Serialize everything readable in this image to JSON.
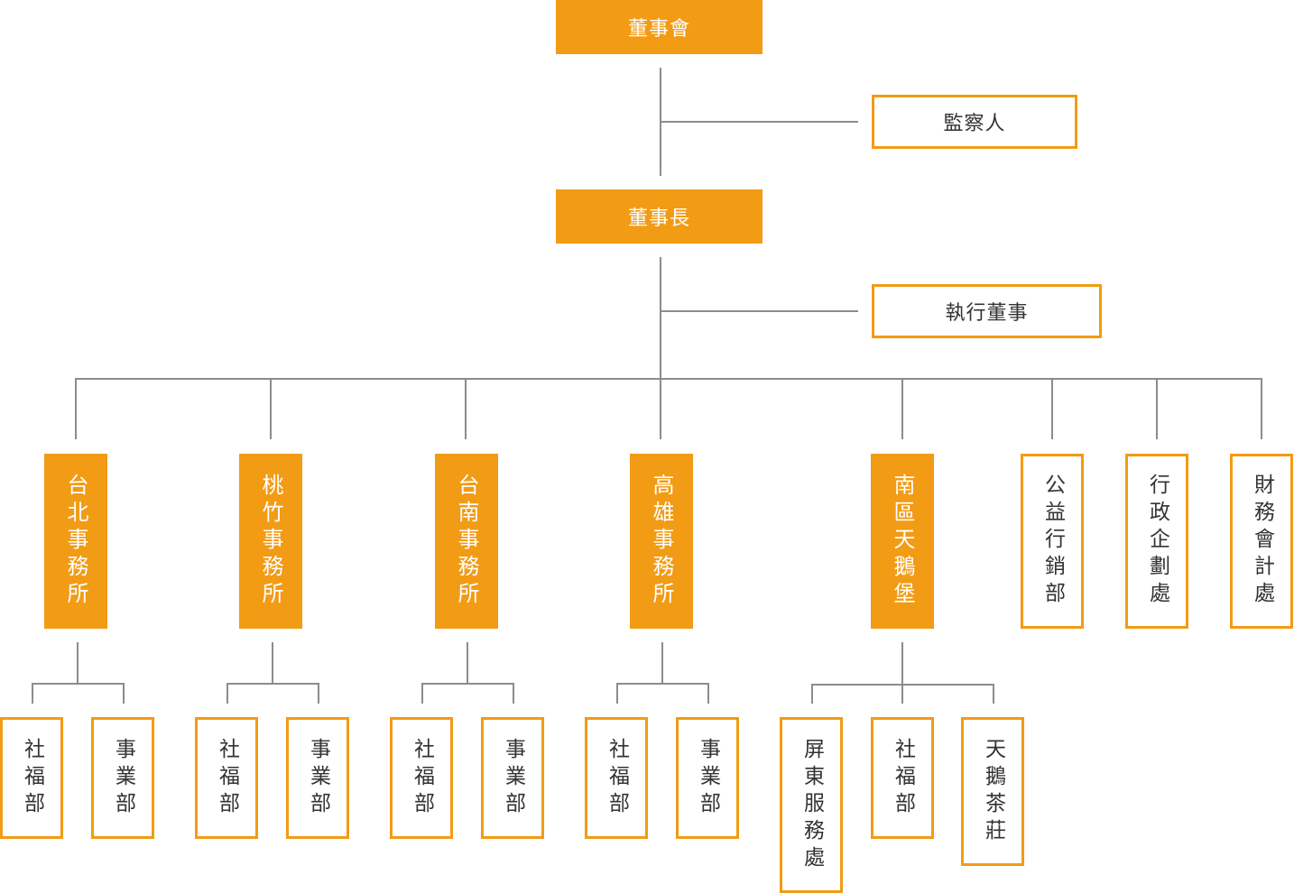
{
  "chart": {
    "colors": {
      "accent": "#f29b14",
      "connector": "#8c8c8c",
      "text_dark": "#333333",
      "text_light": "#ffffff"
    },
    "top": {
      "board": "董事會",
      "supervisor": "監察人",
      "chairman": "董事長",
      "executive_director": "執行董事"
    },
    "units": [
      {
        "name": "台北事務所",
        "style": "filled",
        "children": [
          "社福部",
          "事業部"
        ]
      },
      {
        "name": "桃竹事務所",
        "style": "filled",
        "children": [
          "社福部",
          "事業部"
        ]
      },
      {
        "name": "台南事務所",
        "style": "filled",
        "children": [
          "社福部",
          "事業部"
        ]
      },
      {
        "name": "高雄事務所",
        "style": "filled",
        "children": [
          "社福部",
          "事業部"
        ]
      },
      {
        "name": "南區天鵝堡",
        "style": "filled",
        "children": [
          "屏東服務處",
          "社福部",
          "天鵝茶莊"
        ]
      },
      {
        "name": "公益行銷部",
        "style": "outline",
        "children": []
      },
      {
        "name": "行政企劃處",
        "style": "outline",
        "children": []
      },
      {
        "name": "財務會計處",
        "style": "outline",
        "children": []
      }
    ]
  }
}
